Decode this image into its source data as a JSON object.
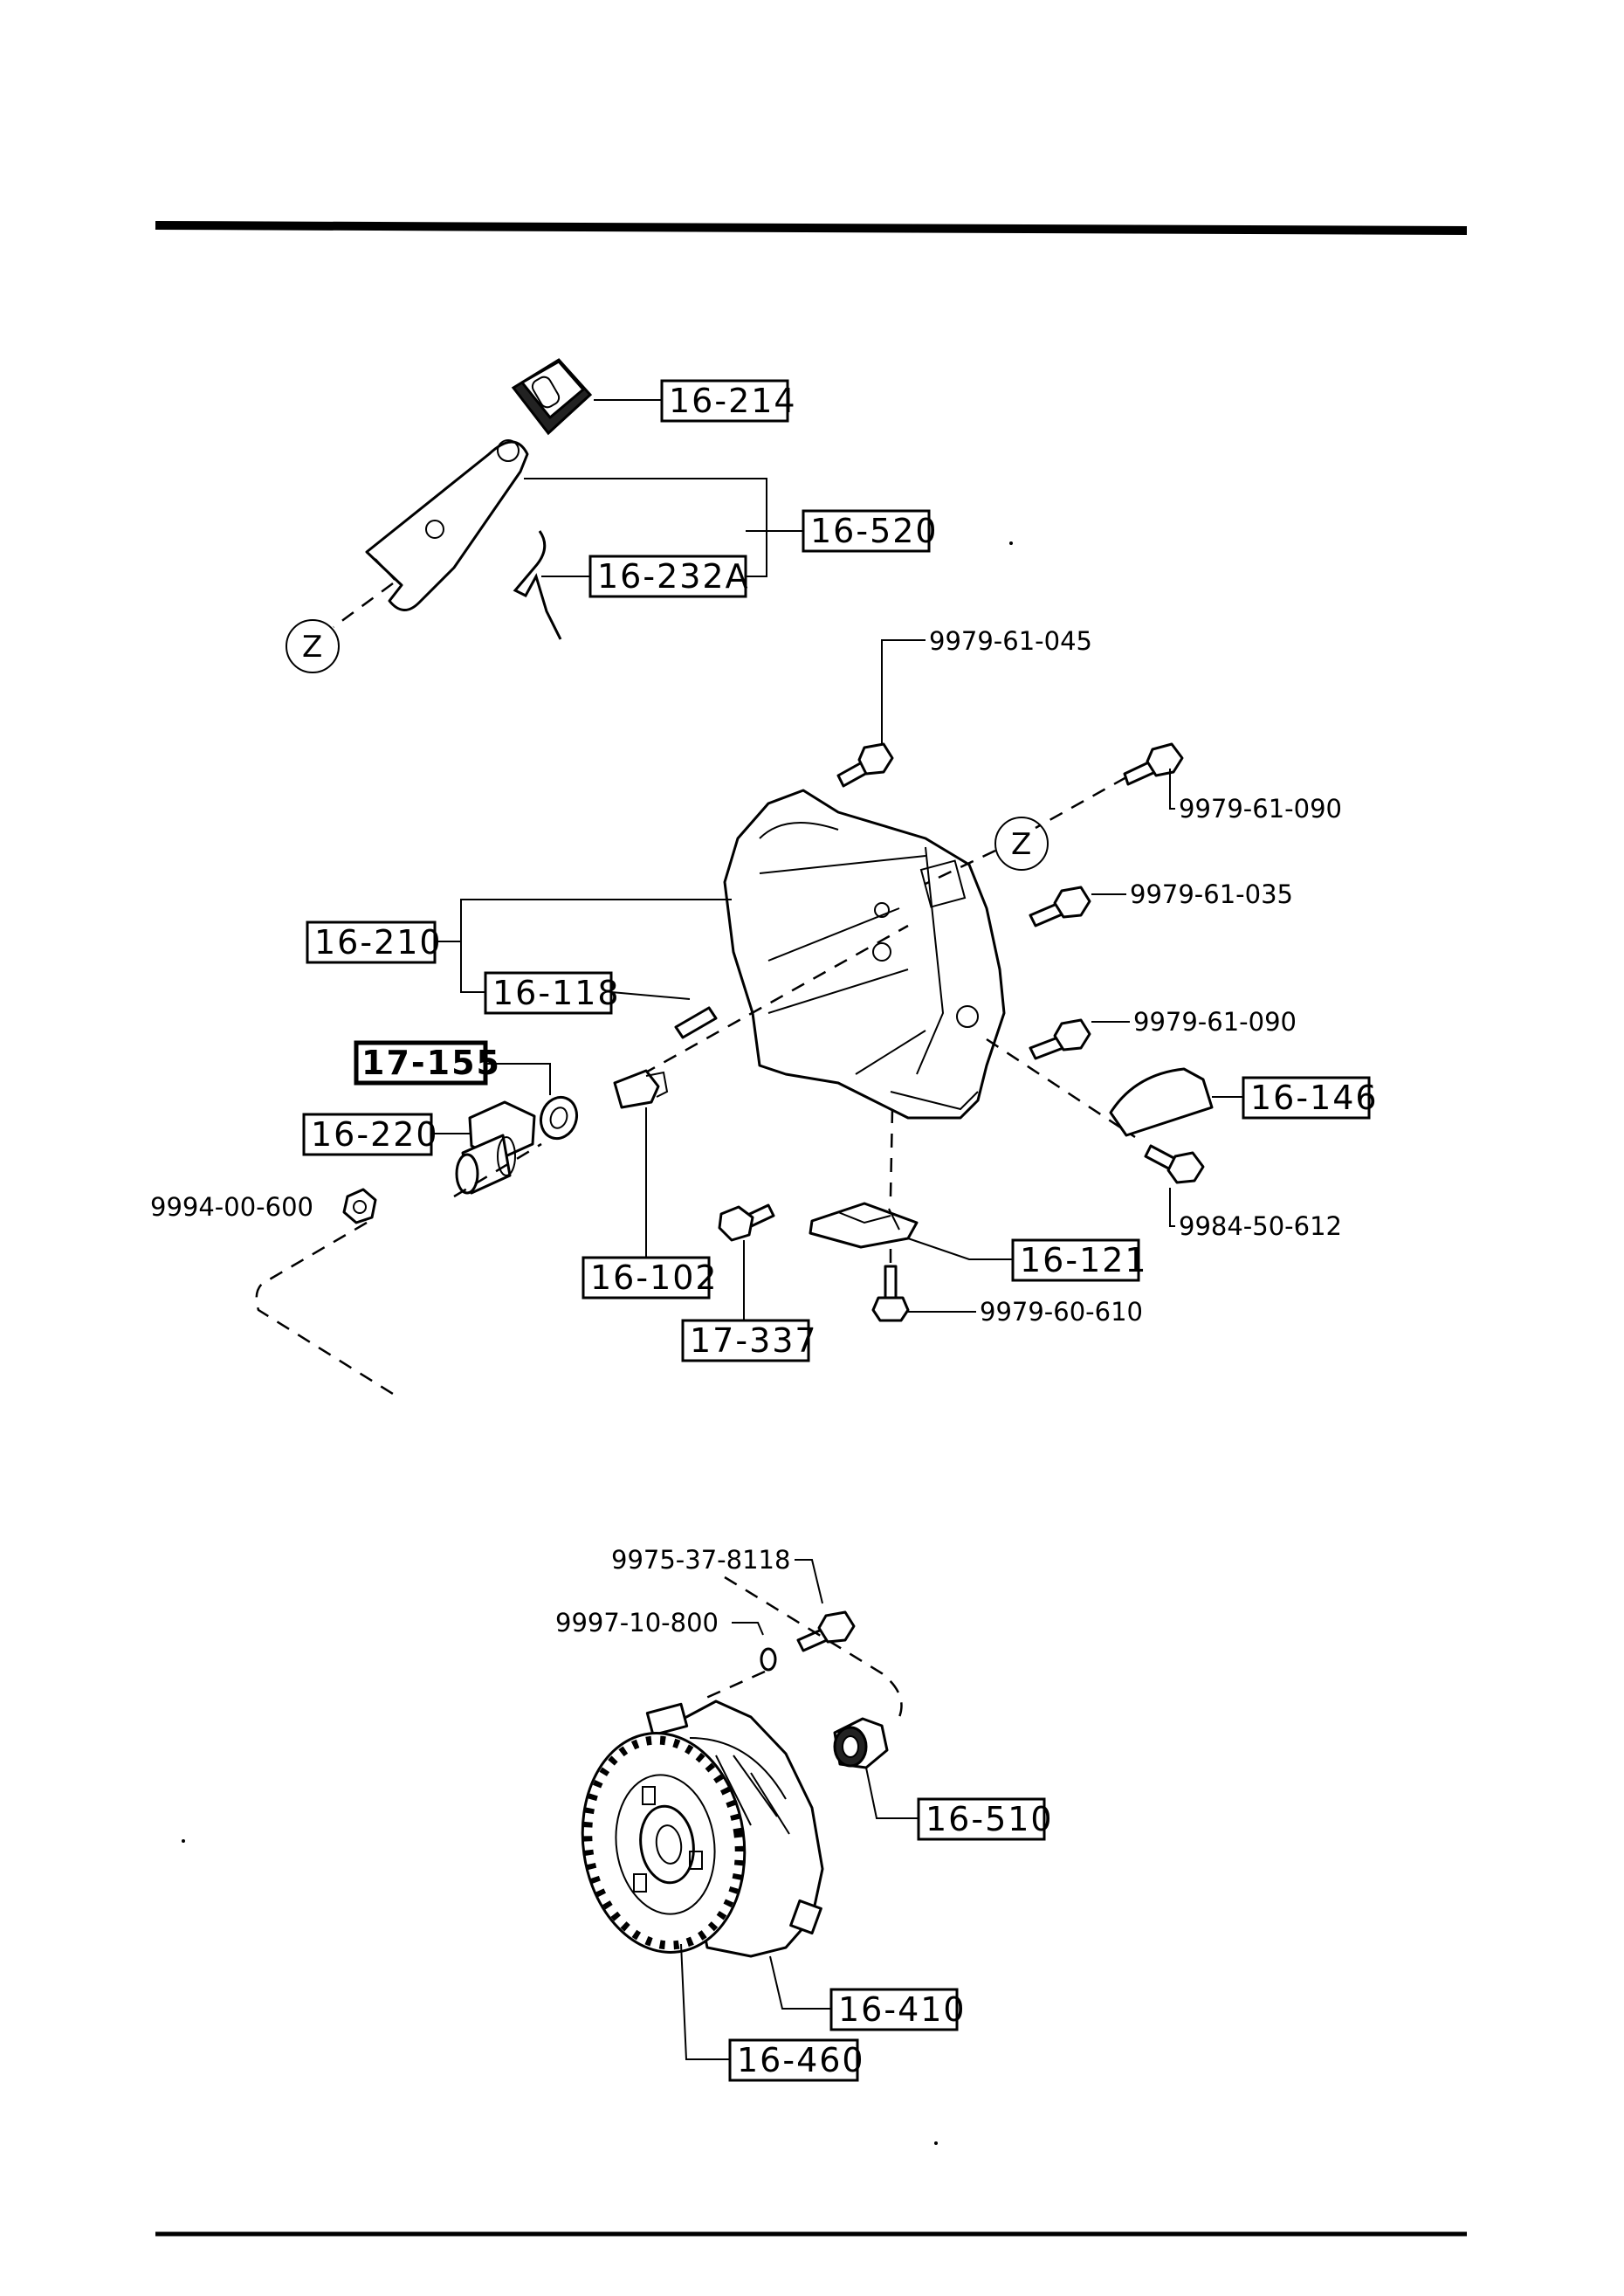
{
  "labels": {
    "p16_214": "16-214",
    "p16_520": "16-520",
    "p16_232A": "16-232A",
    "p16_210": "16-210",
    "p16_118": "16-118",
    "p17_155": "17-155",
    "p16_220": "16-220",
    "p16_146": "16-146",
    "p16_102": "16-102",
    "p16_121": "16-121",
    "p17_337": "17-337",
    "p16_510": "16-510",
    "p16_410": "16-410",
    "p16_460": "16-460"
  },
  "part_numbers": {
    "b9979_61_045": "9979-61-045",
    "b9979_61_090_top": "9979-61-090",
    "b9979_61_035": "9979-61-035",
    "b9979_61_090_mid": "9979-61-090",
    "b9984_50_612": "9984-50-612",
    "b9979_60_610": "9979-60-610",
    "b9994_00_600": "9994-00-600",
    "b9975_37_8118": "9975-37-8118",
    "b9997_10_800": "9997-10-800"
  },
  "markers": {
    "z_left": "Z",
    "z_right": "Z"
  },
  "colors": {
    "ink": "#000000",
    "paper": "#ffffff"
  }
}
